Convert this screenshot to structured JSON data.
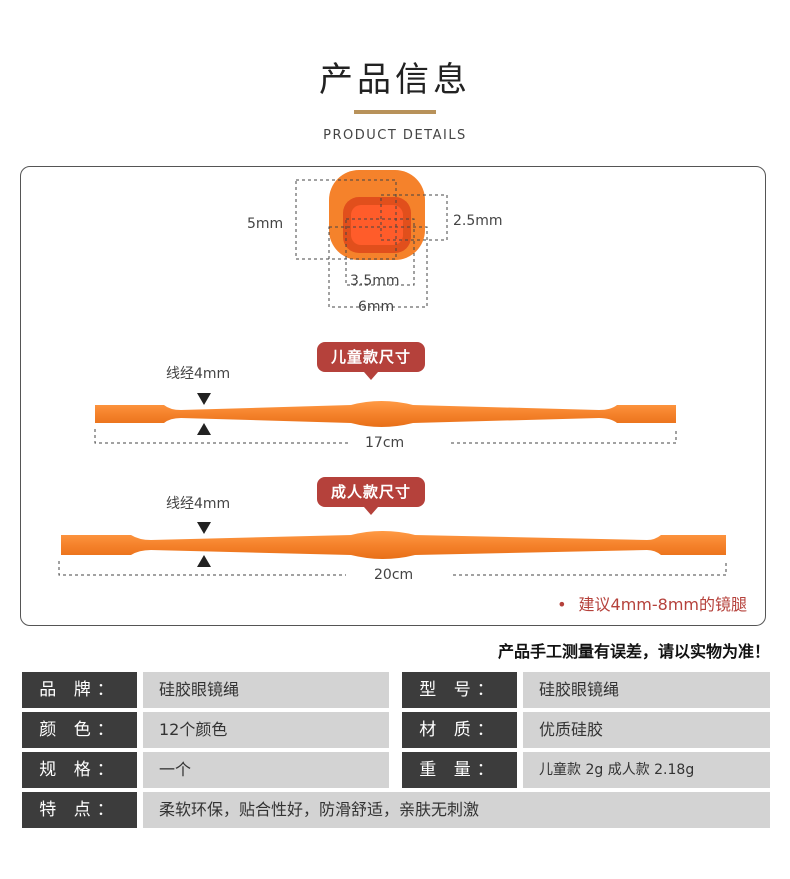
{
  "header": {
    "title": "产品信息",
    "subtitle": "PRODUCT DETAILS"
  },
  "diagram": {
    "cross_section": {
      "outer_height": "5mm",
      "inner_height": "2.5mm",
      "inner_width": "3.5mm",
      "outer_width": "6mm"
    },
    "child": {
      "badge": "儿童款尺寸",
      "wire_label": "线经4mm",
      "length": "17cm"
    },
    "adult": {
      "badge": "成人款尺寸",
      "wire_label": "线经4mm",
      "length": "20cm"
    },
    "tip": "建议4mm-8mm的镜腿"
  },
  "note": "产品手工测量有误差，请以实物为准！",
  "specs": {
    "brand_key": "品 牌：",
    "brand_val": "硅胶眼镜绳",
    "model_key": "型 号：",
    "model_val": "硅胶眼镜绳",
    "color_key": "颜 色：",
    "color_val": "12个颜色",
    "material_key": "材 质：",
    "material_val": "优质硅胶",
    "spec_key": "规 格：",
    "spec_val": "一个",
    "weight_key": "重 量：",
    "weight_val": "儿童款 2g  成人款 2.18g",
    "feature_key": "特 点：",
    "feature_val": "柔软环保，贴合性好，防滑舒适，亲肤无刺激"
  },
  "colors": {
    "accent_gold": "#b8925a",
    "badge_red": "#b5413b",
    "strap_orange": "#f5822b",
    "table_dark": "#3c3c3c",
    "table_light": "#d3d3d3"
  }
}
